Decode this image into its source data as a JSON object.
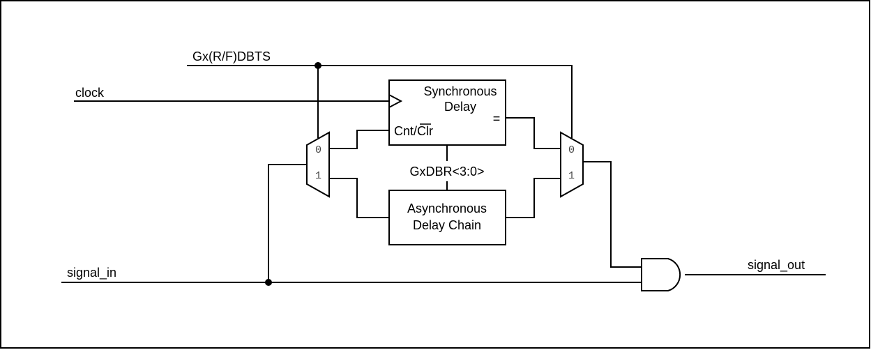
{
  "diagram": {
    "signals": {
      "dbts": "Gx(R/F)DBTS",
      "clock": "clock",
      "signal_in": "signal_in",
      "signal_out": "signal_out",
      "dbr": "GxDBR<3:0>"
    },
    "sync_delay": {
      "line1": "Synchronous",
      "line2": "Delay",
      "cnt_label": "Cnt/",
      "clr_label": "Clr",
      "eq_label": "="
    },
    "async_delay": {
      "line1": "Asynchronous",
      "line2": "Delay Chain"
    },
    "mux_left": {
      "in0": "0",
      "in1": "1"
    },
    "mux_right": {
      "in0": "0",
      "in1": "1"
    }
  }
}
